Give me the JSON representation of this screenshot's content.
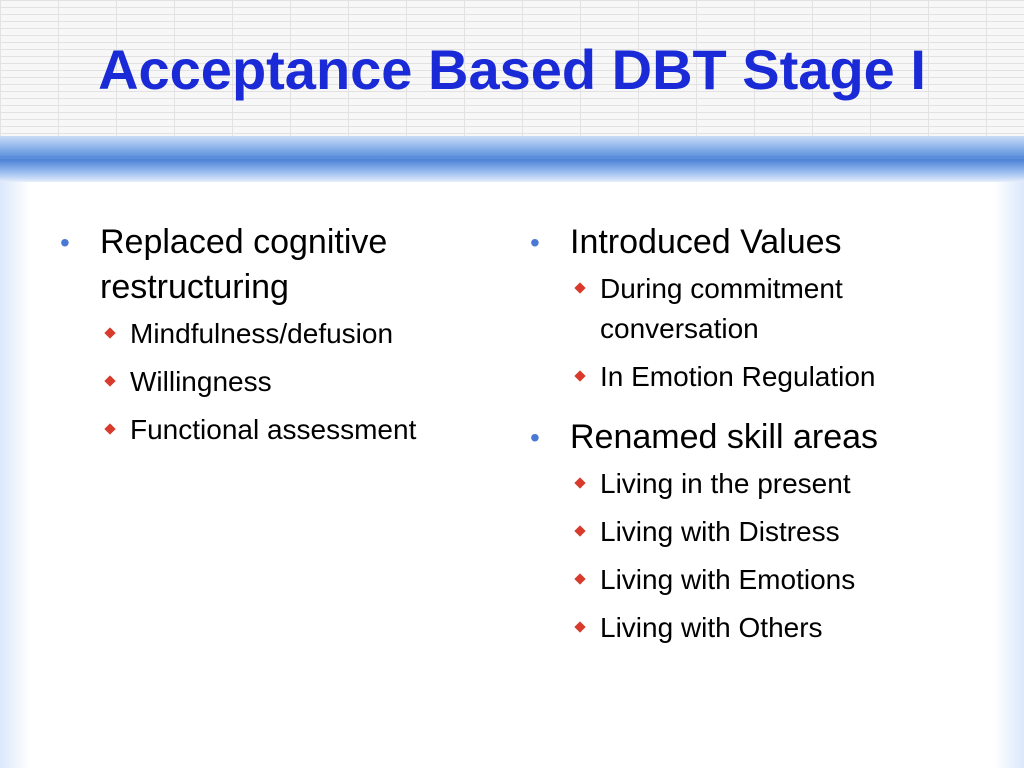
{
  "title": "Acceptance Based DBT Stage I",
  "left": {
    "item1": "Replaced cognitive restructuring",
    "sub": [
      "Mindfulness/defusion",
      "Willingness",
      "Functional assessment"
    ]
  },
  "right": {
    "item1": "Introduced Values",
    "item1_sub": [
      "During commitment conversation",
      "In Emotion Regulation"
    ],
    "item2": "Renamed skill areas",
    "item2_sub": [
      "Living in the present",
      "Living with Distress",
      "Living with Emotions",
      "Living with Others"
    ]
  },
  "bullet_glyph": "•",
  "colors": {
    "title": "#1a2ad6",
    "bullet": "#4a78d6",
    "sub_bullet": "#d83b2b",
    "band": "#4f84d6"
  }
}
